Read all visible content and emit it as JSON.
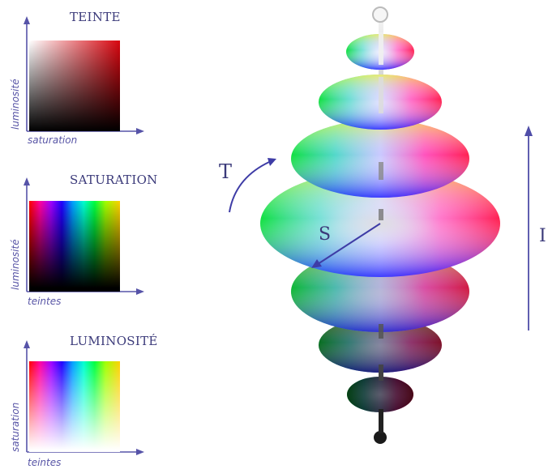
{
  "panels": {
    "hue": {
      "title": "TEINTE",
      "y_label": "luminosité",
      "x_label": "saturation"
    },
    "saturation": {
      "title": "SATURATION",
      "y_label": "luminosité",
      "x_label": "teintes"
    },
    "luminosity": {
      "title": "LUMINOSITÉ",
      "y_label": "saturation",
      "x_label": "teintes"
    }
  },
  "solid": {
    "hue_label": "T",
    "saturation_label": "S",
    "intensity_label": "I"
  },
  "colors": {
    "axis": "#5653a8",
    "title": "#3b3a7a",
    "hue_swatch_base": "#d8060f"
  }
}
